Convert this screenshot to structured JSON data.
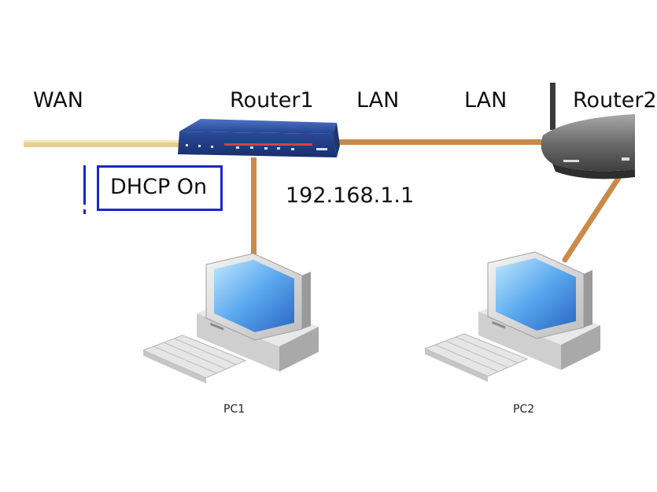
{
  "labels": {
    "wan": "WAN",
    "router1": "Router1",
    "lan_left": "LAN",
    "lan_right": "LAN",
    "router2": "Router2",
    "ip": "192.168.1.1",
    "dhcp": "DHCP On",
    "pc1": "PC1",
    "pc2": "PC2"
  },
  "colors": {
    "wan_cable": "#e7cf8c",
    "lan_cable": "#c98a4b",
    "router1_body": "#2c4c9c",
    "router2_body": "#6a6a6a",
    "dhcp_border": "#1a27c8"
  },
  "icons": [
    "router-icon",
    "wireless-router-icon",
    "desktop-computer-icon"
  ]
}
